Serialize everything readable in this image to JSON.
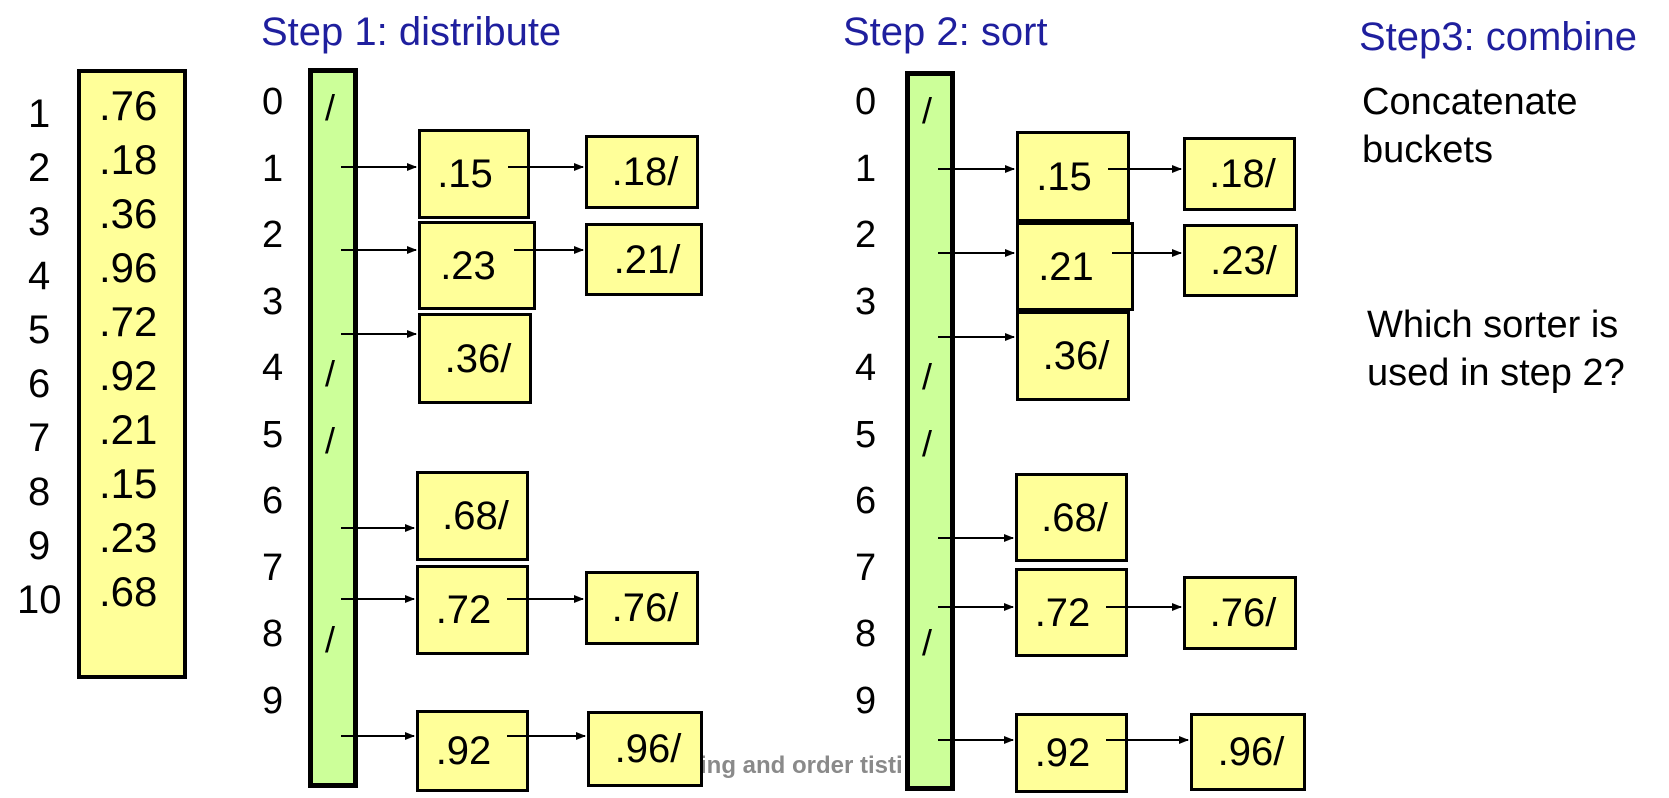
{
  "titles": {
    "step1": "Step 1: distribute",
    "step2": "Step 2: sort",
    "step3": "Step3: combine"
  },
  "notes": {
    "concat_line1": "Concatenate",
    "concat_line2": "buckets",
    "question_line1": "Which sorter is",
    "question_line2": "used in step 2?"
  },
  "footer": "ting and order   tisti",
  "input": {
    "indices": [
      "1",
      "2",
      "3",
      "4",
      "5",
      "6",
      "7",
      "8",
      "9",
      "10"
    ],
    "values": [
      ".76",
      ".18",
      ".36",
      ".96",
      ".72",
      ".92",
      ".21",
      ".15",
      ".23",
      ".68"
    ]
  },
  "bucket_indices": [
    "0",
    "1",
    "2",
    "3",
    "4",
    "5",
    "6",
    "7",
    "8",
    "9"
  ],
  "null_marker": "/",
  "step1_buckets": [
    {
      "bucket": "0",
      "items": []
    },
    {
      "bucket": "1",
      "items": [
        ".15",
        ".18/"
      ]
    },
    {
      "bucket": "2",
      "items": [
        ".23",
        ".21/"
      ]
    },
    {
      "bucket": "3",
      "items": [
        ".36/"
      ]
    },
    {
      "bucket": "4",
      "items": []
    },
    {
      "bucket": "5",
      "items": []
    },
    {
      "bucket": "6",
      "items": [
        ".68/"
      ]
    },
    {
      "bucket": "7",
      "items": [
        ".72",
        ".76/"
      ]
    },
    {
      "bucket": "8",
      "items": []
    },
    {
      "bucket": "9",
      "items": [
        ".92",
        ".96/"
      ]
    }
  ],
  "step2_buckets": [
    {
      "bucket": "0",
      "items": []
    },
    {
      "bucket": "1",
      "items": [
        ".15",
        ".18/"
      ]
    },
    {
      "bucket": "2",
      "items": [
        ".21",
        ".23/"
      ]
    },
    {
      "bucket": "3",
      "items": [
        ".36/"
      ]
    },
    {
      "bucket": "4",
      "items": []
    },
    {
      "bucket": "5",
      "items": []
    },
    {
      "bucket": "6",
      "items": [
        ".68/"
      ]
    },
    {
      "bucket": "7",
      "items": [
        ".72",
        ".76/"
      ]
    },
    {
      "bucket": "8",
      "items": []
    },
    {
      "bucket": "9",
      "items": [
        ".92",
        ".96/"
      ]
    }
  ],
  "colors": {
    "title": "#1f1f9e",
    "cell_fill": "#ffff99",
    "bucket_fill": "#ccff99",
    "footer": "#8a8a8a"
  }
}
